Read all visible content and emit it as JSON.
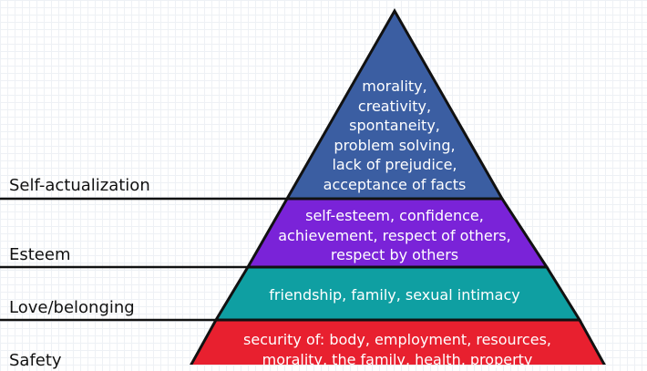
{
  "colors": {
    "tier_self_actualization": "#3b5ea2",
    "tier_esteem": "#7a23d8",
    "tier_love": "#0f9fa2",
    "tier_safety": "#e8202f",
    "outline": "#111111",
    "text": "#ffffff"
  },
  "labels": {
    "self_actualization": "Self-actualization",
    "esteem": "Esteem",
    "love_belonging": "Love/belonging",
    "safety": "Safety"
  },
  "tiers": {
    "self_actualization": {
      "lines": [
        "morality,",
        "creativity,",
        "spontaneity,",
        "problem solving,",
        "lack of prejudice,",
        "acceptance of facts"
      ]
    },
    "esteem": {
      "lines": [
        "self-esteem, confidence,",
        "achievement, respect of others,",
        "respect by others"
      ]
    },
    "love_belonging": {
      "lines": [
        "friendship, family, sexual intimacy"
      ]
    },
    "safety": {
      "lines": [
        "security of: body, employment, resources,",
        "morality, the family, health, property"
      ]
    }
  }
}
